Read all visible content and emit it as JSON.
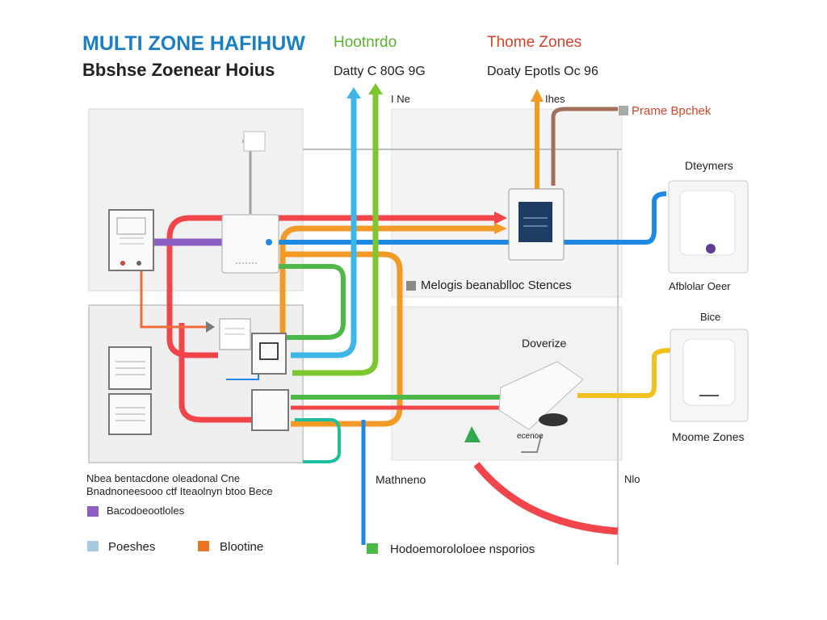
{
  "header": {
    "title_line1": "MULTI ZONE HAFIHUW",
    "title_line2": "Bbshse Zoenear Hoius",
    "col2_title": "Hootnrdo",
    "col2_sub": "Datty C 80G 9G",
    "col3_title": "Thome Zones",
    "col3_sub": "Doaty Epotls Oc 96"
  },
  "labels": {
    "ise_left": "I Ne",
    "ise_right": "Ihes",
    "prame_bpchek": "Prame Bpchek",
    "dteymers": "Dteymers",
    "melogis": "Melogis beanablloc Stences",
    "afblolar_oeer": "Afblolar Oeer",
    "bice": "Bice",
    "doverize": "Doverize",
    "moome_zones": "Moome Zones",
    "cenoe": "ecenoe",
    "mathneno": "Mathneno",
    "nlo": "Nlo",
    "note_line1": "Nbea bentacdone oleadonal Cne",
    "note_line2": "Bnadnoneesooo ctf Iteaolnyn btoo Bece"
  },
  "legend": [
    {
      "label": "Bacodoeootloles",
      "color": "#8e5fc2"
    },
    {
      "label": "Poeshes",
      "color": "#a9c9df"
    },
    {
      "label": "Blootine",
      "color": "#e8741e"
    },
    {
      "label": "Hodoemorololoee nsporios",
      "color": "#4db848"
    }
  ],
  "colors": {
    "red": "#f0454a",
    "orange": "#f29a26",
    "green": "#4cb848",
    "blue": "#1e88e5",
    "lightblue": "#3fb6e8",
    "teal": "#1bbfa0",
    "purple": "#8e5fc2",
    "yellow": "#f2c01c",
    "brown": "#a0705a",
    "lime": "#7cc72e",
    "title_blue": "#1b7fc1",
    "col2_green": "#5ab22c",
    "col3_red": "#d4432a"
  }
}
